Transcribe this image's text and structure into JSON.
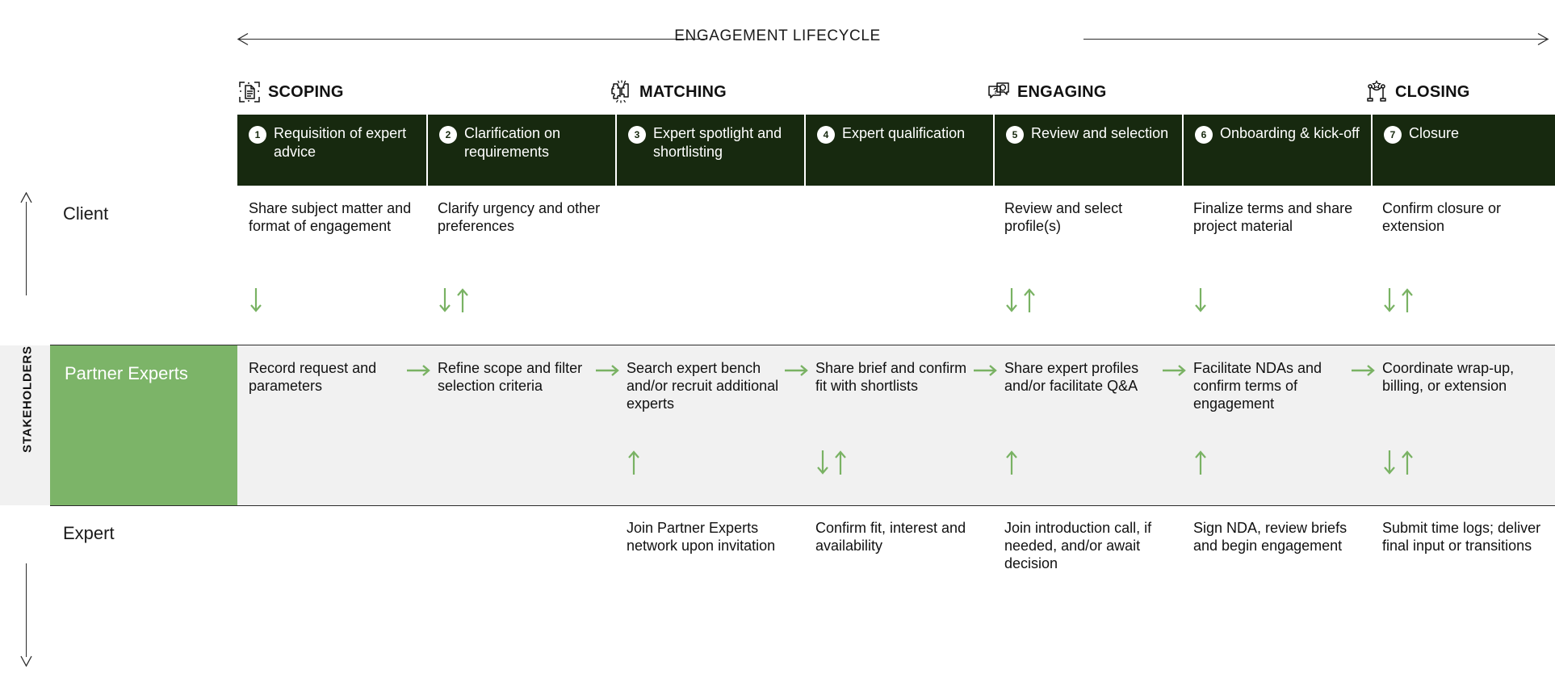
{
  "axis": {
    "title": "ENGAGEMENT LIFECYCLE",
    "left_arrow_icon": "arrow-left-icon",
    "right_arrow_icon": "arrow-right-icon"
  },
  "vertical_axis": {
    "label": "STAKEHOLDERS",
    "up_arrow_icon": "arrow-up-icon",
    "down_arrow_icon": "arrow-down-icon"
  },
  "colors": {
    "header_dark_green": "#17290f",
    "band_green": "#7cb468",
    "arrow_green": "#79b263",
    "row_gray": "#f1f1f1",
    "text_dark": "#111111"
  },
  "phases": [
    {
      "label": "SCOPING",
      "icon": "document-scan-icon"
    },
    {
      "label": "MATCHING",
      "icon": "puzzle-pieces-icon"
    },
    {
      "label": "ENGAGING",
      "icon": "chat-bubbles-icon"
    },
    {
      "label": "CLOSING",
      "icon": "finish-line-icon"
    }
  ],
  "stages": [
    {
      "number": "1",
      "title": "Requisition of expert advice"
    },
    {
      "number": "2",
      "title": "Clarification on requirements"
    },
    {
      "number": "3",
      "title": "Expert spotlight and shortlisting"
    },
    {
      "number": "4",
      "title": "Expert qualification"
    },
    {
      "number": "5",
      "title": "Review and selection"
    },
    {
      "number": "6",
      "title": "Onboarding & kick-off"
    },
    {
      "number": "7",
      "title": "Closure"
    }
  ],
  "rows": [
    {
      "label": "Client",
      "cells": [
        {
          "text": "Share subject matter and format of engagement",
          "flow": "down"
        },
        {
          "text": "Clarify urgency and other preferences",
          "flow": "down-up"
        },
        {
          "text": "",
          "flow": ""
        },
        {
          "text": "",
          "flow": ""
        },
        {
          "text": "Review and select profile(s)",
          "flow": "down-up"
        },
        {
          "text": "Finalize terms and share project material",
          "flow": "down"
        },
        {
          "text": "Confirm closure or extension",
          "flow": "down-up"
        }
      ]
    },
    {
      "label": "Partner Experts",
      "cells": [
        {
          "text": "Record request and parameters",
          "flow": "",
          "chain": false
        },
        {
          "text": "Refine scope and filter selection criteria",
          "flow": "",
          "chain": true
        },
        {
          "text": "Search expert bench and/or recruit additional experts",
          "flow": "up",
          "chain": true
        },
        {
          "text": "Share brief and confirm fit with shortlists",
          "flow": "down-up",
          "chain": true
        },
        {
          "text": "Share expert profiles and/or facilitate Q&A",
          "flow": "up",
          "chain": true
        },
        {
          "text": "Facilitate NDAs and confirm terms of engagement",
          "flow": "up",
          "chain": true
        },
        {
          "text": "Coordinate wrap-up, billing, or extension",
          "flow": "down-up",
          "chain": true
        }
      ]
    },
    {
      "label": "Expert",
      "cells": [
        {
          "text": "",
          "flow": ""
        },
        {
          "text": "",
          "flow": ""
        },
        {
          "text": "Join Partner Experts network upon invitation",
          "flow": ""
        },
        {
          "text": "Confirm fit, interest and availability",
          "flow": ""
        },
        {
          "text": "Join introduction call, if needed, and/or await decision",
          "flow": ""
        },
        {
          "text": "Sign NDA, review briefs and begin engagement",
          "flow": ""
        },
        {
          "text": "Submit time logs; deliver final input or transitions",
          "flow": ""
        }
      ]
    }
  ]
}
